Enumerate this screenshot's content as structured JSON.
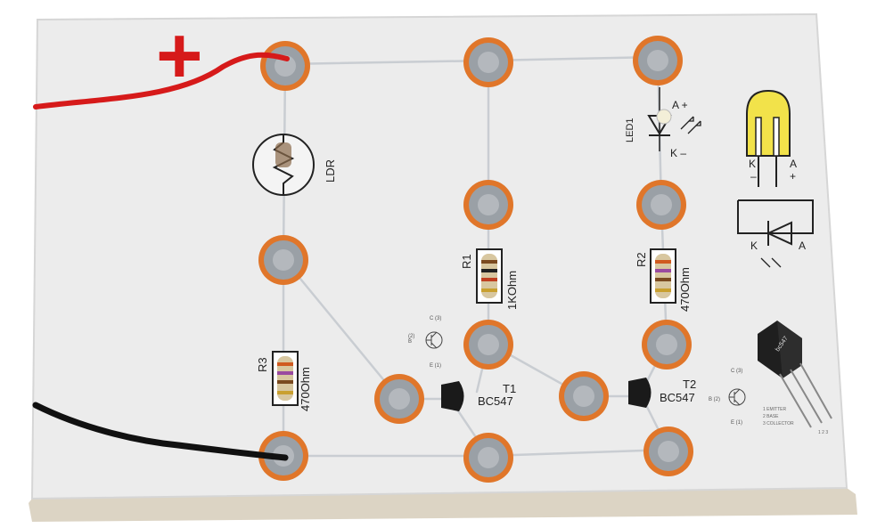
{
  "board": {
    "background": "#ffffff",
    "board_color": "#ececec",
    "board_edge_color": "#dcd4c4",
    "pad_ring_color": "#e0762a",
    "pad_center_color": "#9aa0a6",
    "wire_color": "#c9cdd2",
    "red_lead_color": "#d61a1a",
    "black_lead_color": "#111111",
    "led_yellow": "#f2e24a"
  },
  "labels": {
    "plus_symbol": "+",
    "ldr": "LDR",
    "led1": "LED1",
    "led_anode_mark": "A +",
    "led_cathode_mark": "K –",
    "r1": "R1",
    "r1_value": "1KOhm",
    "r2": "R2",
    "r2_value": "470Ohm",
    "r3": "R3",
    "r3_value": "470Ohm",
    "t1": "T1",
    "t1_part": "BC547",
    "t2": "T2",
    "t2_part": "BC547",
    "legend_k": "K",
    "legend_a": "A",
    "legend_minus": "–",
    "legend_plus": "+",
    "symbol_k": "K",
    "symbol_a": "A",
    "pkg_label": "bc547",
    "pin1_emitter": "1 EMITTER",
    "pin2_base": "2 BASE",
    "pin3_collector": "3 COLLECTOR",
    "sym_c3": "C (3)",
    "sym_b2": "(2)\nB",
    "sym_e1": "E (1)",
    "sym2_c3": "C (3)",
    "sym2_b2": "B (2)",
    "sym2_e1": "E (1)",
    "pin_numbers": "1 2 3"
  },
  "icons": [
    "plus-sign-icon",
    "ldr-symbol-icon",
    "led-symbol-icon",
    "resistor-icon",
    "transistor-symbol-icon",
    "led-diagram-icon",
    "diode-symbol-icon",
    "transistor-package-icon"
  ]
}
